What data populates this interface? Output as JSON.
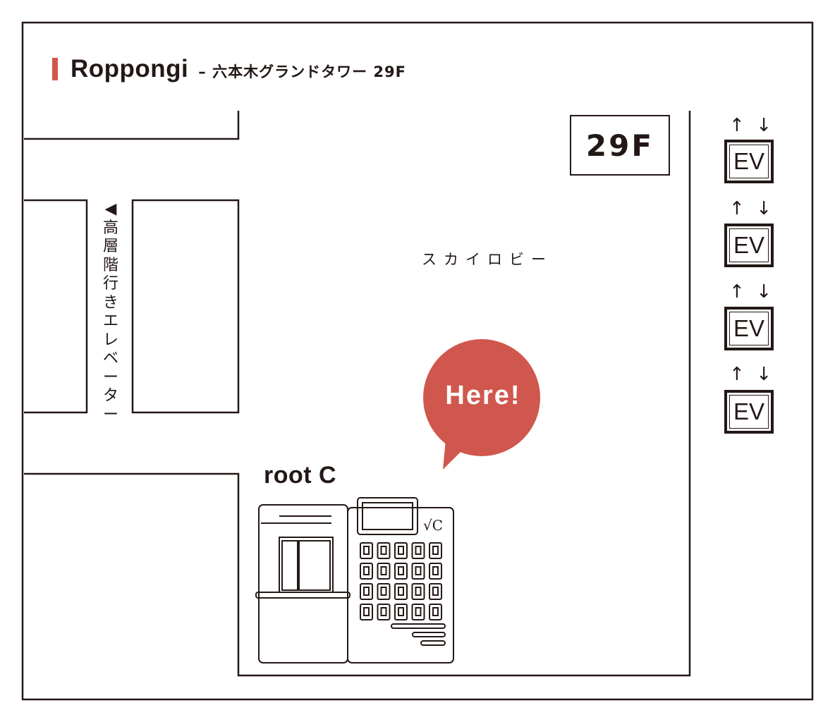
{
  "header": {
    "location": "Roppongi",
    "building": "– 六本木グランドタワー 29F"
  },
  "floor_sign": "29F",
  "lobby_label": "スカイロビー",
  "elevator_sign": {
    "arrow": "◀",
    "chars": [
      "高",
      "層",
      "階",
      "行",
      "き",
      "エ",
      "レ",
      "ベ",
      "ー",
      "タ",
      "ー"
    ]
  },
  "elevators": [
    {
      "label": "EV",
      "up": "↑",
      "down": "↓"
    },
    {
      "label": "EV",
      "up": "↑",
      "down": "↓"
    },
    {
      "label": "EV",
      "up": "↑",
      "down": "↓"
    },
    {
      "label": "EV",
      "up": "↑",
      "down": "↓"
    }
  ],
  "marker": {
    "label": "Here!",
    "color": "#d0574d"
  },
  "shop": {
    "name": "root C"
  },
  "colors": {
    "ink": "#231816",
    "accent": "#d0574d",
    "background": "#ffffff"
  }
}
